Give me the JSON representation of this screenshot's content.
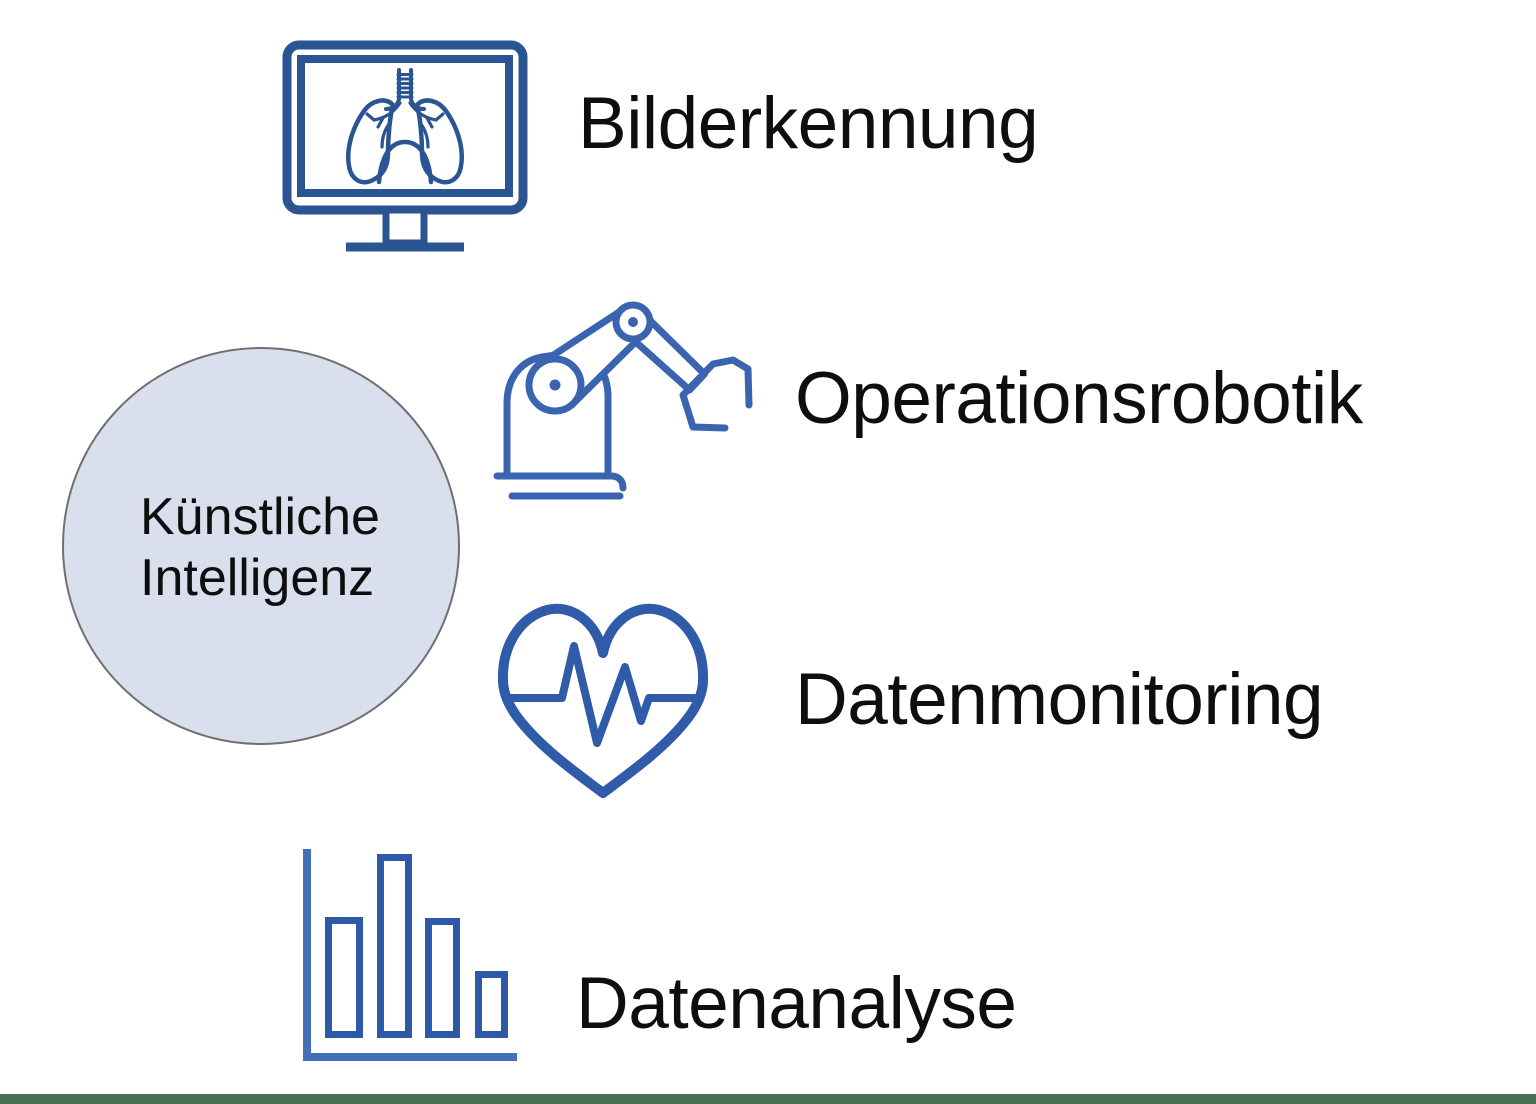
{
  "slide": {
    "center_circle": {
      "label_lines": [
        "Künstliche",
        "Intelligenz"
      ]
    },
    "items": [
      {
        "label": "Bilderkennung",
        "icon": "monitor-lungs-icon"
      },
      {
        "label": "Operationsrobotik",
        "icon": "robot-arm-icon"
      },
      {
        "label": "Datenmonitoring",
        "icon": "heart-pulse-icon"
      },
      {
        "label": "Datenanalyse",
        "icon": "bar-chart-icon"
      }
    ],
    "colors": {
      "monitor_icon": "#2B5493",
      "robot_icon": "#3A64B0",
      "heart_icon": "#2F5BA8",
      "bars_icon": "#2E59A6",
      "bars_axis": "#4470B8",
      "circle_fill": "#D9DFED",
      "circle_border": "#707070",
      "text": "#0E0E0E",
      "footer_bar": "#49704F"
    }
  }
}
